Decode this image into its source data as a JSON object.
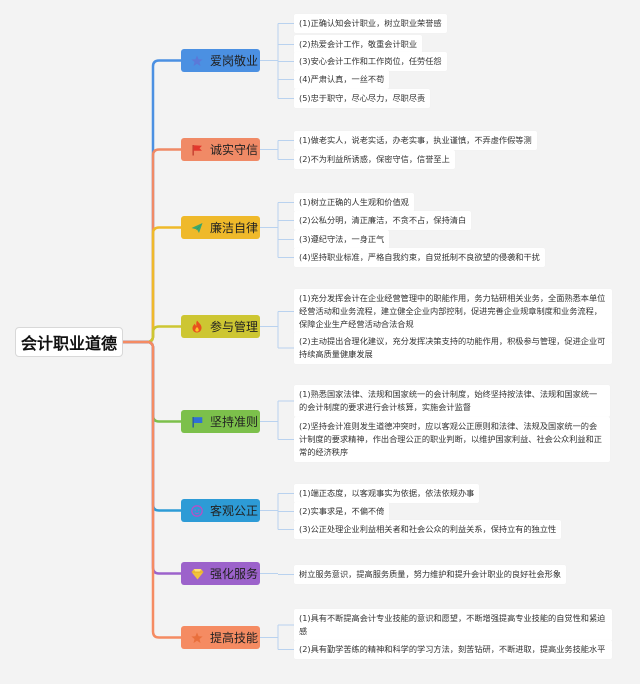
{
  "root": {
    "label": "会计职业道德"
  },
  "colors": {
    "blue": "#4b90e2",
    "salmon": "#f08a66",
    "yellow": "#efb92a",
    "olive": "#cdc632",
    "green": "#7cc04b",
    "teal": "#2d9bd6",
    "purple": "#9c62cb",
    "salmon2": "#f58b62",
    "leafline": "#b9d2ef"
  },
  "branches": [
    {
      "key": "b1",
      "label": "爱岗敬业",
      "icon": "star-icon",
      "color": "#4b90e2",
      "items": [
        "(1)正确认知会计职业，树立职业荣誉感",
        "(2)热爱会计工作，敬重会计职业",
        "(3)安心会计工作和工作岗位，任劳任怨",
        "(4)严肃认真，一丝不苟",
        "(5)忠于职守，尽心尽力，尽职尽责"
      ]
    },
    {
      "key": "b2",
      "label": "诚实守信",
      "icon": "flag-icon",
      "color": "#f08a66",
      "items": [
        "(1)做老实人，说老实话，办老实事，执业谨慎，不弄虚作假等测",
        "(2)不为利益所诱惑，保密守信，信誉至上"
      ]
    },
    {
      "key": "b3",
      "label": "廉洁自律",
      "icon": "paper-plane-icon",
      "color": "#efb92a",
      "items": [
        "(1)树立正确的人生观和价值观",
        "(2)公私分明，清正廉洁，不贪不占，保持清白",
        "(3)遵纪守法，一身正气",
        "(4)坚持职业标准，严格自我约束，自觉抵制不良欲望的侵袭和干扰"
      ]
    },
    {
      "key": "b4",
      "label": "参与管理",
      "icon": "fire-icon",
      "color": "#cdc632",
      "items": [
        "(1)充分发挥会计在企业经营管理中的职能作用，务力钻研相关业务，全面熟悉本单位经营活动和业务流程，建立健全企业内部控制，促进完善企业规章制度和业务流程，保障企业生产经营活动合法合规",
        "(2)主动提出合理化建议，充分发挥决策支持的功能作用，积极参与管理，促进企业可持续高质量健康发展"
      ]
    },
    {
      "key": "b5",
      "label": "坚持准则",
      "icon": "flag-icon",
      "color": "#7cc04b",
      "items": [
        "(1)熟悉国家法律、法规和国家统一的会计制度，始终坚持按法律、法规和国家统一的会计制度的要求进行会计核算，实施会计监督",
        "(2)坚持会计准则发生道德冲突时，应以客观公正原则和法律、法规及国家统一的会计制度的要求精神，作出合理公正的职业判断，以维护国家利益、社会公众利益和正常的经济秩序"
      ]
    },
    {
      "key": "b6",
      "label": "客观公正",
      "icon": "face-icon",
      "color": "#2d9bd6",
      "items": [
        "(1)端正态度，以客观事实为依据，依法依规办事",
        "(2)实事求是，不偏不倚",
        "(3)公正处理企业利益相关者和社会公众的利益关系，保持立有的独立性"
      ]
    },
    {
      "key": "b7",
      "label": "强化服务",
      "icon": "diamond-icon",
      "color": "#9c62cb",
      "items": [
        "树立服务意识，提高服务质量，努力维护和提升会计职业的良好社会形象"
      ]
    },
    {
      "key": "b8",
      "label": "提高技能",
      "icon": "star-icon",
      "color": "#f58b62",
      "items": [
        "(1)具有不断提高会计专业技能的意识和愿望，不断增强提高专业技能的自觉性和紧迫感",
        "(2)具有勤学苦练的精神和科学的学习方法，刻苦钻研，不断进取，提高业务技能水平"
      ]
    }
  ]
}
